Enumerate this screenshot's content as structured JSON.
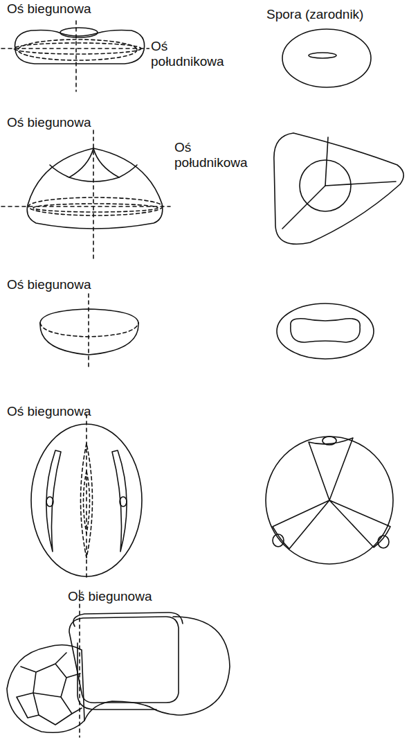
{
  "diagram": {
    "labels": [
      "Oś biegunowa",
      "Spora (zarodnik)",
      "Oś południkowa",
      "Oś biegunowa",
      "Oś południkowa",
      "Oś biegunowa",
      "Oś biegunowa",
      "Oś biegunowa"
    ]
  }
}
